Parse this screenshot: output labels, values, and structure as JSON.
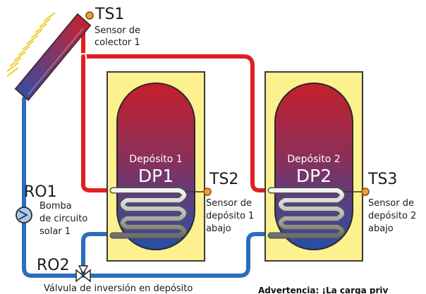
{
  "sensors": {
    "ts1": {
      "tag": "TS1",
      "lines": [
        "Sensor de",
        "colector 1"
      ]
    },
    "ts2": {
      "tag": "TS2",
      "lines": [
        "Sensor de",
        "depósito 1",
        "abajo"
      ]
    },
    "ts3": {
      "tag": "TS3",
      "lines": [
        "Sensor de",
        "depósito 2",
        "abajo"
      ]
    }
  },
  "outputs": {
    "ro1": {
      "tag": "RO1",
      "lines": [
        "Bomba",
        "de circuito",
        "solar 1"
      ]
    },
    "ro2": {
      "tag": "RO2",
      "caption": "Válvula de inversión en depósito"
    }
  },
  "tanks": [
    {
      "name": "Depósito 1",
      "code": "DP1"
    },
    {
      "name": "Depósito 2",
      "code": "DP2"
    }
  ],
  "warning": "Advertencia: ¡La carga priv",
  "colors": {
    "hot_pipe": "#e02020",
    "cold_pipe": "#2a6cc0",
    "tank_case": "#fdf08e",
    "tank_top": "#c8202a",
    "tank_bottom": "#2a55a8",
    "sensor_dot": "#f0a030"
  }
}
